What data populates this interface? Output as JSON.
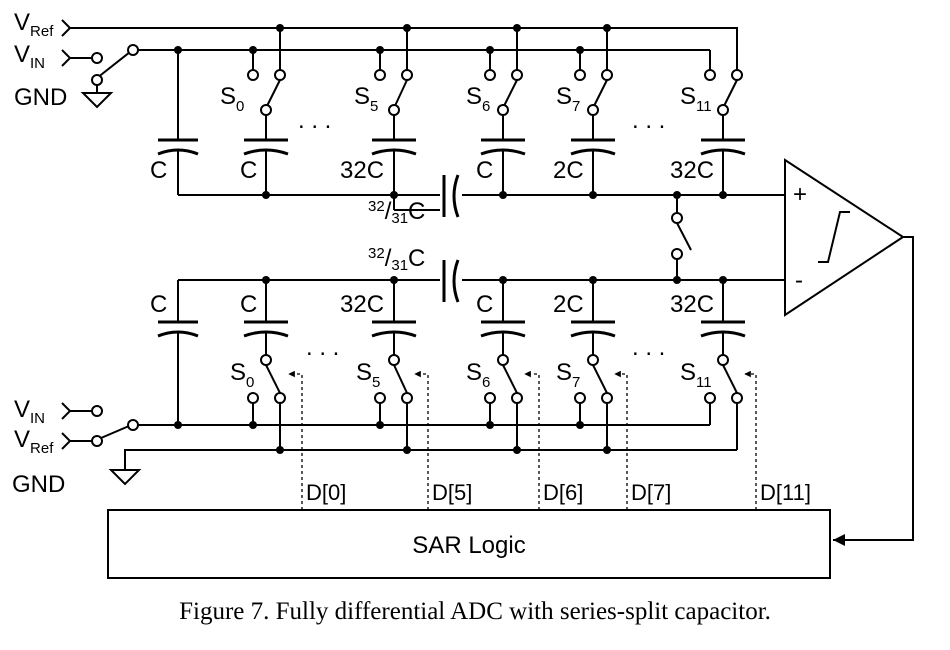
{
  "caption": "Figure 7. Fully differential ADC with series-split capacitor.",
  "labels": {
    "v": "V",
    "ref_sub": "Ref",
    "in_sub": "IN",
    "gnd": "GND",
    "plus": "+",
    "minus": "-",
    "sar_logic": "SAR Logic",
    "dots": ". . ."
  },
  "switch_labels": [
    {
      "letter": "S",
      "index": "0"
    },
    {
      "letter": "S",
      "index": "5"
    },
    {
      "letter": "S",
      "index": "6"
    },
    {
      "letter": "S",
      "index": "7"
    },
    {
      "letter": "S",
      "index": "11"
    }
  ],
  "top_caps": [
    "C",
    "C",
    "32C",
    "C",
    "2C",
    "32C"
  ],
  "bottom_caps": [
    "C",
    "C",
    "32C",
    "C",
    "2C",
    "32C"
  ],
  "split_cap": {
    "numerator": "32",
    "denominator": "31",
    "unit": "C"
  },
  "digital_lines": [
    "D[0]",
    "D[5]",
    "D[6]",
    "D[7]",
    "D[11]"
  ]
}
